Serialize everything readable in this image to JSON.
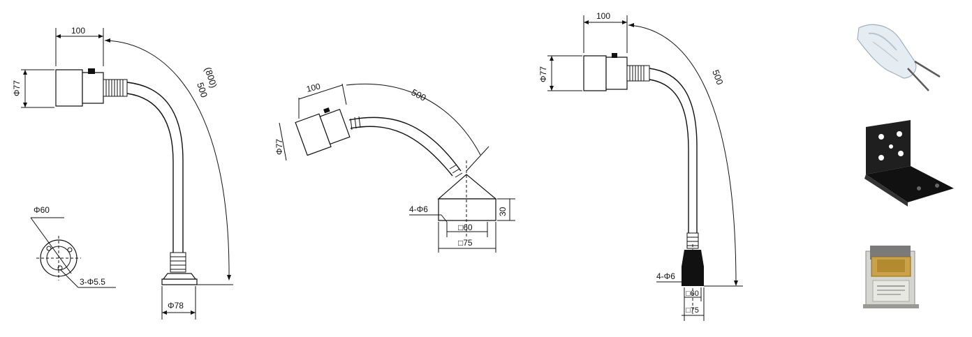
{
  "drawing1": {
    "dim_width": "100",
    "dim_diameter": "Φ77",
    "dim_length_alt": "(800)",
    "dim_length": "500",
    "dim_base_diameter": "Φ78",
    "dim_flange_diameter": "Φ60",
    "dim_holes": "3-Φ5.5"
  },
  "drawing2": {
    "dim_width": "100",
    "dim_diameter": "Φ77",
    "dim_length": "500",
    "dim_holes": "4-Φ6",
    "dim_height": "30",
    "dim_inner_square": "□60",
    "dim_outer_square": "□75"
  },
  "drawing3": {
    "dim_width": "100",
    "dim_diameter": "Φ77",
    "dim_length": "500",
    "dim_holes": "4-Φ6",
    "dim_inner_square": "□60",
    "dim_outer_square": "□75"
  },
  "photos": {
    "bulb_icon": "halogen-bulb-icon",
    "bracket_icon": "mounting-bracket-icon",
    "transformer_icon": "transformer-icon",
    "transformer_body_color": "#c9a24a",
    "bracket_color": "#1a1a1a"
  }
}
